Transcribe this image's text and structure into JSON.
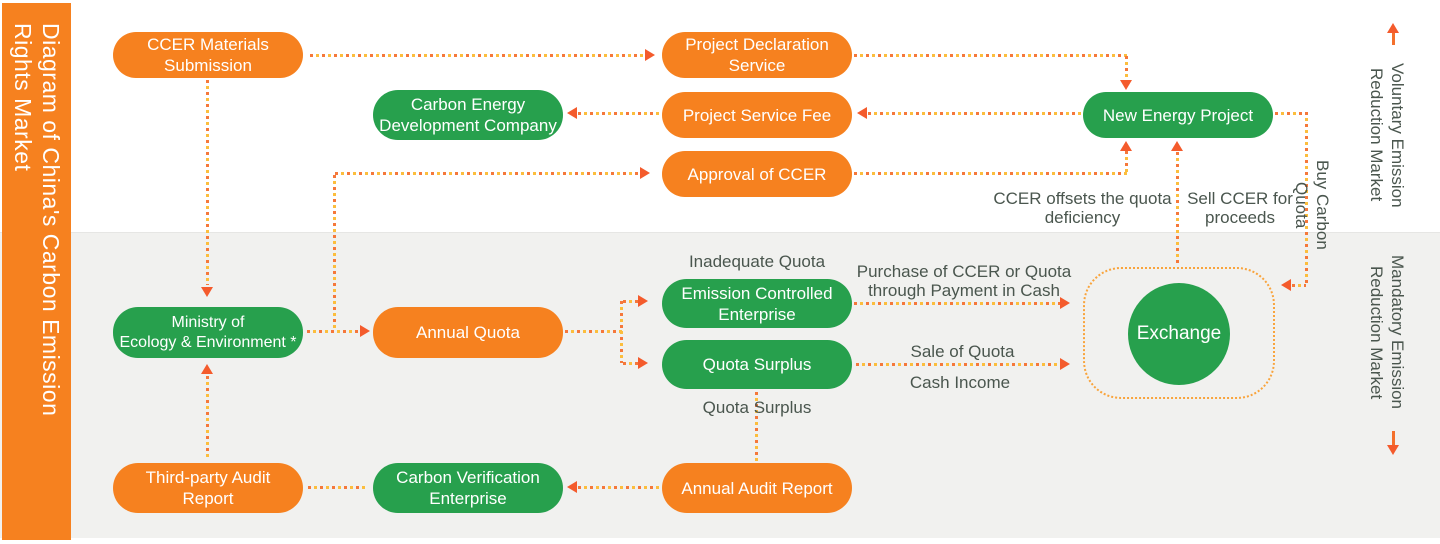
{
  "title": "Diagram of China's Carbon Emission\nRights Market",
  "sections": {
    "voluntary": "Voluntary Emission\nReduction Market",
    "mandatory": "Mandatory Emission\nReduction Market"
  },
  "nodes": {
    "ccer_materials": {
      "label": "CCER Materials\nSubmission",
      "color": "orange"
    },
    "project_declaration": {
      "label": "Project Declaration\nService",
      "color": "orange"
    },
    "carbon_energy": {
      "label": "Carbon Energy\nDevelopment Company",
      "color": "green"
    },
    "project_service_fee": {
      "label": "Project Service Fee",
      "color": "orange"
    },
    "new_energy": {
      "label": "New Energy Project",
      "color": "green"
    },
    "approval_ccer": {
      "label": "Approval of CCER",
      "color": "orange"
    },
    "ministry": {
      "label": "Ministry of\nEcology & Environment *",
      "color": "green"
    },
    "annual_quota": {
      "label": "Annual Quota",
      "color": "orange"
    },
    "emission_controlled": {
      "label": "Emission Controlled\nEnterprise",
      "color": "green"
    },
    "quota_surplus": {
      "label": "Quota Surplus",
      "color": "green"
    },
    "exchange": {
      "label": "Exchange",
      "color": "green"
    },
    "annual_audit": {
      "label": "Annual Audit Report",
      "color": "orange"
    },
    "carbon_verification": {
      "label": "Carbon Verification\nEnterprise",
      "color": "green"
    },
    "third_party": {
      "label": "Third-party Audit\nReport",
      "color": "orange"
    }
  },
  "flow_labels": {
    "inadequate_quota": "Inadequate Quota",
    "purchase": "Purchase of CCER or Quota\nthrough Payment in Cash",
    "sale_of_quota": "Sale of Quota",
    "cash_income": "Cash Income",
    "quota_surplus_note": "Quota Surplus",
    "ccer_offsets": "CCER offsets the quota\ndeficiency",
    "sell_ccer": "Sell CCER for\nproceeds",
    "buy_carbon_quota": "Buy Carbon Quota"
  },
  "icons": {
    "voluntary_direction": "up-arrow",
    "mandatory_direction": "down-arrow"
  },
  "colors": {
    "orange": "#F6811F",
    "green": "#27A04D",
    "gray_band": "#F1F1EF",
    "dot_orange": "#F5783B",
    "dot_yellow": "#FCBE3D",
    "arrowhead": "#F45B2C",
    "label_text": "#4A564E"
  }
}
